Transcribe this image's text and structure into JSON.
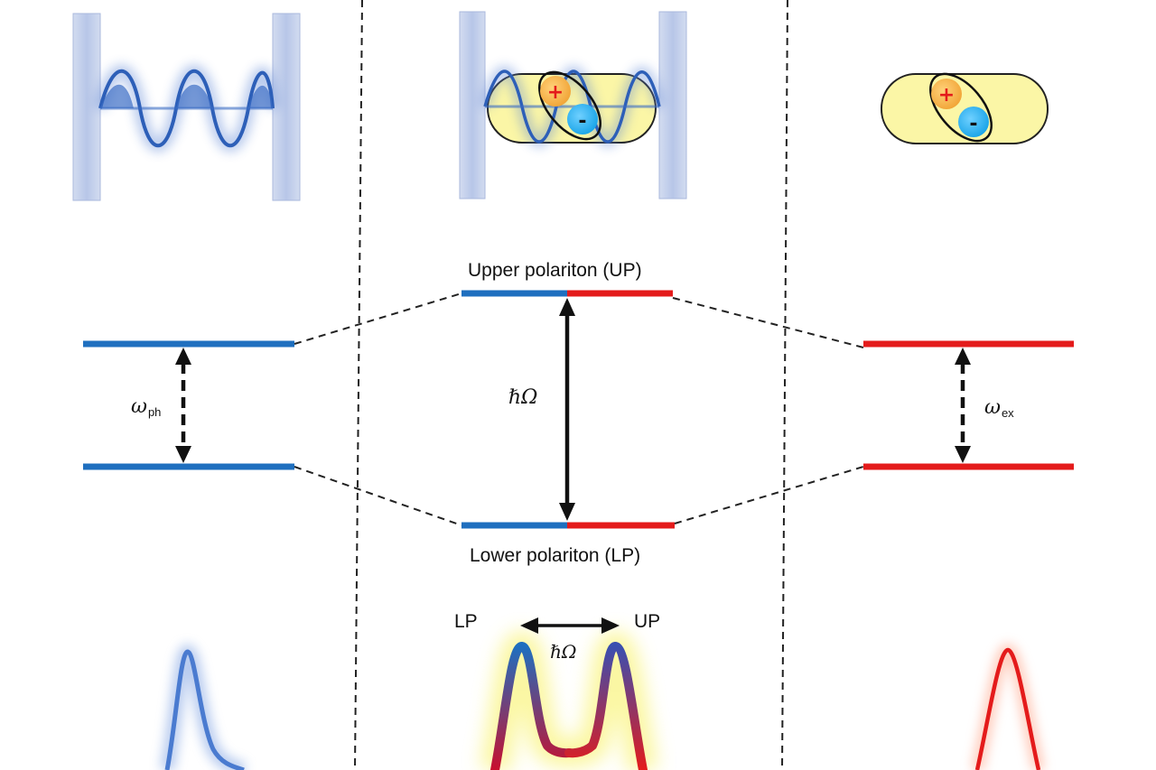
{
  "levels": {
    "upper_polariton_label": "Upper polariton (UP)",
    "lower_polariton_label": "Lower polariton (LP)",
    "rabi_splitting_symbol": "ℏΩ"
  },
  "photon": {
    "symbol": "ω",
    "subscript": "ph",
    "color": "#1f6fbf"
  },
  "exciton": {
    "symbol": "ω",
    "subscript": "ex",
    "color": "#e41b1b",
    "hole_sign": "+",
    "electron_sign": "-"
  },
  "spectrum": {
    "left_peak_label": "LP",
    "right_peak_label": "UP",
    "splitting_symbol": "ℏΩ"
  }
}
